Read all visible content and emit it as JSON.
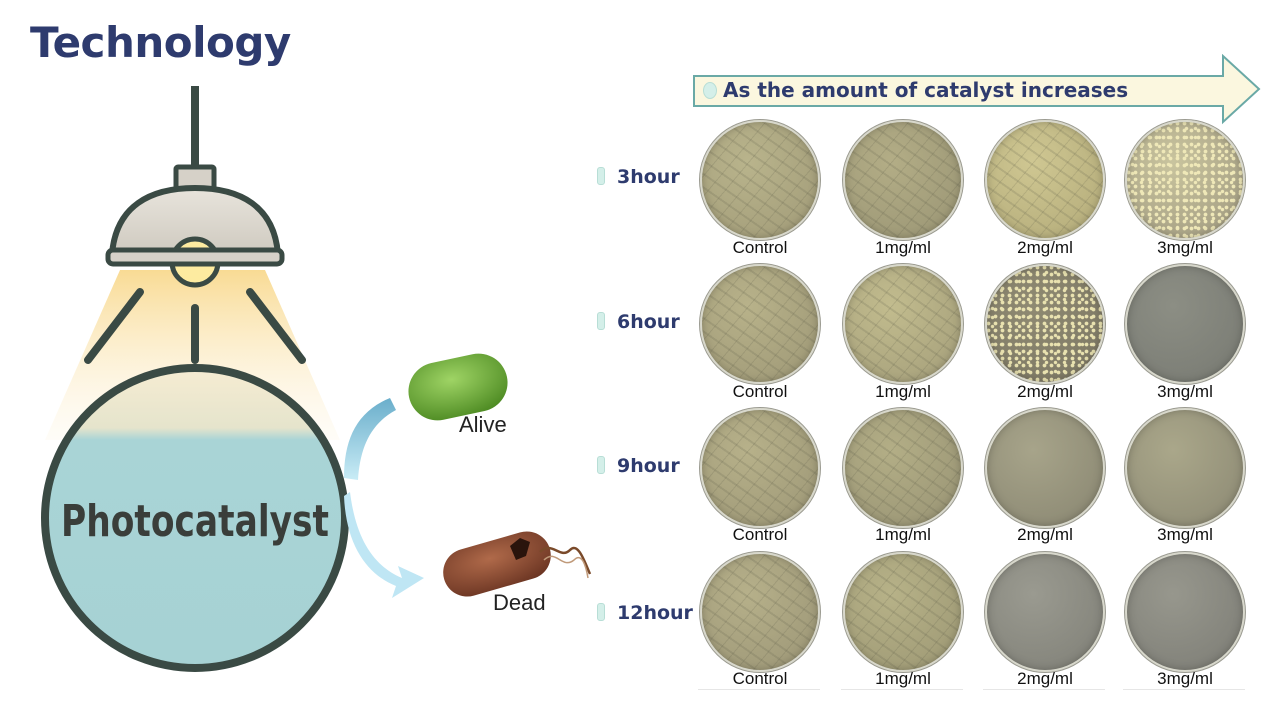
{
  "title": "Technology",
  "illustration": {
    "lamp_icon": "ceiling-lamp-icon",
    "sphere_label": "Photocatalyst",
    "alive_label": "Alive",
    "dead_label": "Dead"
  },
  "trend": {
    "text": "As the amount of catalyst increases"
  },
  "rows": [
    {
      "label": "3hour"
    },
    {
      "label": "6hour"
    },
    {
      "label": "9hour"
    },
    {
      "label": "12hour"
    }
  ],
  "columns": [
    {
      "label": "Control"
    },
    {
      "label": "1mg/ml"
    },
    {
      "label": "2mg/ml"
    },
    {
      "label": "3mg/ml"
    }
  ],
  "colors": {
    "title": "#2e3b6e",
    "sphere_fill": "#a9d4d6",
    "outline": "#3a4a44",
    "light_glow": "#f9d98a",
    "alive_bacterium": "#6aa83a",
    "dead_bacterium": "#8a4a32",
    "arrow": "#7cc3de"
  }
}
